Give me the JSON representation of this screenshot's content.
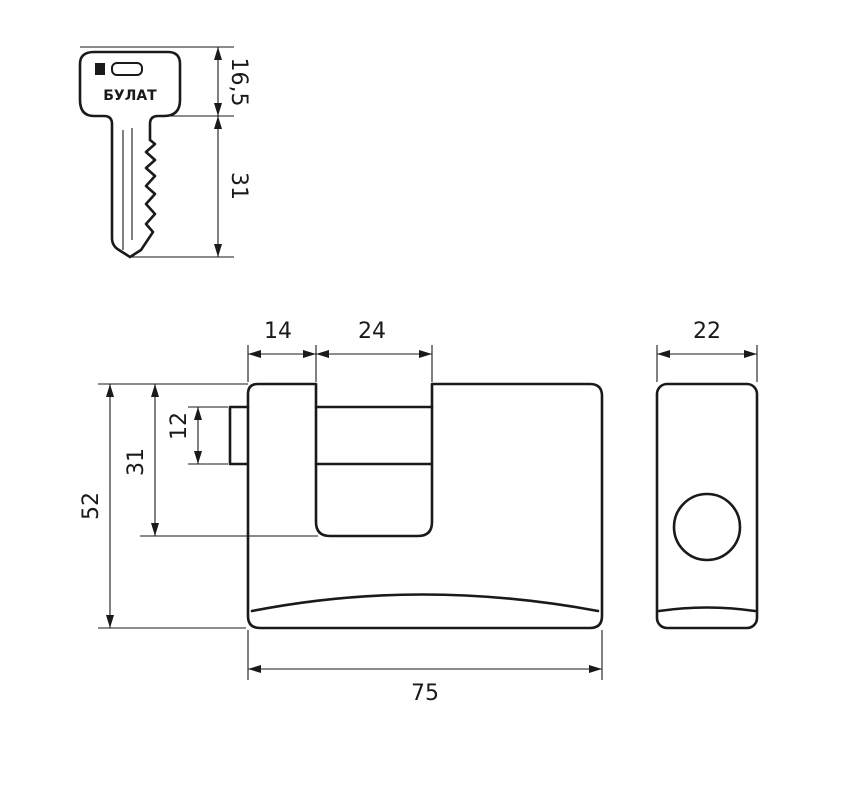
{
  "key": {
    "brand": "БУЛАТ",
    "head_height": "16,5",
    "blade_length": "31"
  },
  "padlock_front": {
    "shackle_offset": "14",
    "shackle_opening": "24",
    "shackle_height": "12",
    "inner_depth": "31",
    "total_height": "52",
    "total_width": "75"
  },
  "padlock_side": {
    "thickness": "22"
  },
  "colors": {
    "line": "#1a1a1a",
    "background": "#ffffff"
  }
}
